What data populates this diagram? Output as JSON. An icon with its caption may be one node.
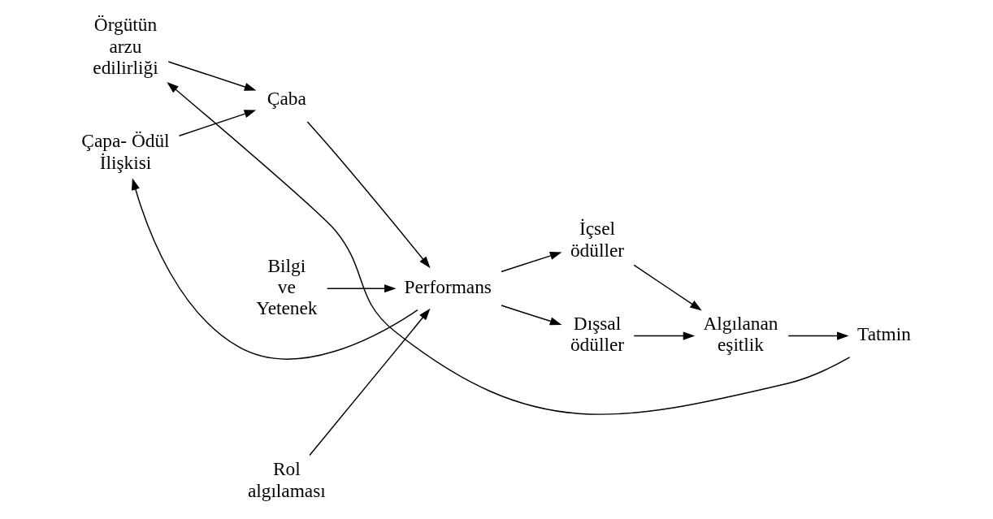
{
  "diagram": {
    "nodes": [
      {
        "text": [
          "Örgütün arzu edilirliği"
        ]
      },
      {
        "text": [
          "Bilgi ve Yetenek"
        ]
      },
      {
        "text": [
          "İçsel ödüller"
        ]
      },
      {
        "text": [
          "Çaba"
        ]
      },
      {
        "text": [
          "Performans"
        ]
      },
      {
        "text": [
          "Algılanan eşitlik"
        ]
      },
      {
        "text": [
          "Tatmin"
        ]
      },
      {
        "text": [
          "Çapa- Ödül İlişkisi"
        ]
      },
      {
        "text": [
          "Rol algılaması"
        ]
      },
      {
        "text": [
          "Dışsal ödüller"
        ]
      }
    ],
    "edges": [
      {
        "from": 0,
        "to": 3,
        "arrow": "to"
      },
      {
        "from": 7,
        "to": 3,
        "arrow": "to"
      },
      {
        "from": 3,
        "to": 4,
        "arrow": "to"
      },
      {
        "from": 1,
        "to": 4,
        "arrow": "to"
      },
      {
        "from": 8,
        "to": 4,
        "arrow": "to"
      },
      {
        "from": 4,
        "to": 2,
        "arrow": "to"
      },
      {
        "from": 4,
        "to": 9,
        "arrow": "to"
      },
      {
        "from": 2,
        "to": 5,
        "arrow": "to"
      },
      {
        "from": 9,
        "to": 5,
        "arrow": "to"
      },
      {
        "from": 5,
        "to": 6,
        "arrow": "to"
      },
      {
        "from": 6,
        "to": 0,
        "arrow": "to"
      },
      {
        "from": 4,
        "to": 7,
        "arrow": "to"
      }
    ]
  }
}
